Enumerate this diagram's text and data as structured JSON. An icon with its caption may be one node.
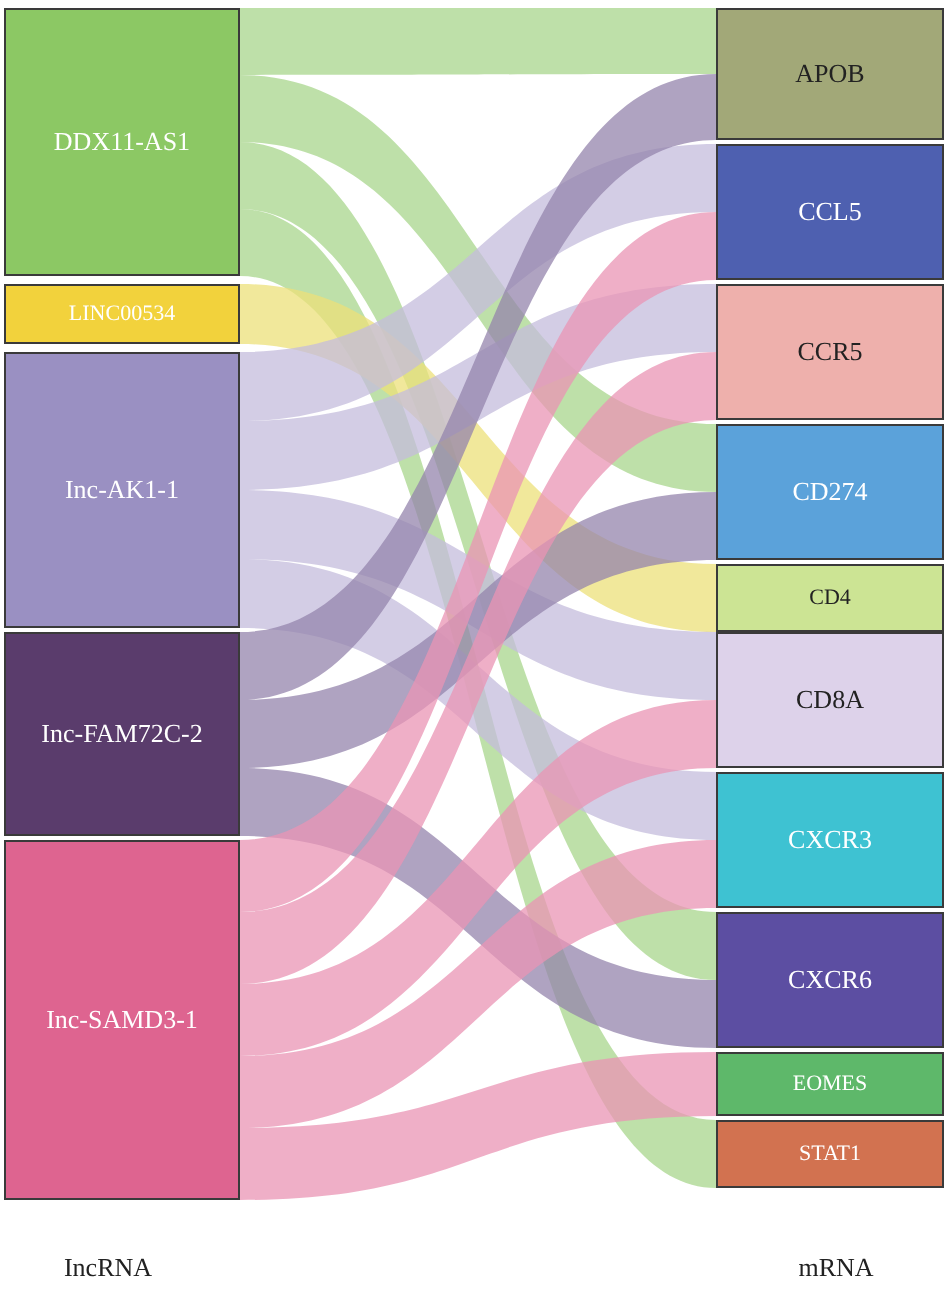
{
  "diagram": {
    "nodes": [
      {
        "text": [
          "DDX11-AS1"
        ]
      },
      {
        "text": [
          "LINC00534"
        ]
      },
      {
        "text": [
          "Inc-AK1-1"
        ]
      },
      {
        "text": [
          "Inc-FAM72C-2"
        ]
      },
      {
        "text": [
          "Inc-SAMD3-1"
        ]
      },
      {
        "text": [
          "APOB"
        ]
      },
      {
        "text": [
          "CCL5"
        ]
      },
      {
        "text": [
          "CCR5"
        ]
      },
      {
        "text": [
          "CD274"
        ]
      },
      {
        "text": [
          "CD4"
        ]
      },
      {
        "text": [
          "CD8A"
        ]
      },
      {
        "text": [
          "CXCR3"
        ]
      },
      {
        "text": [
          "CXCR6"
        ]
      },
      {
        "text": [
          "EOMES"
        ]
      },
      {
        "text": [
          "STAT1"
        ]
      }
    ],
    "edges": [
      {
        "from": 0,
        "to": 5,
        "arrow": "none",
        "color": "#a8d68c"
      },
      {
        "from": 0,
        "to": 8,
        "arrow": "none",
        "color": "#a8d68c"
      },
      {
        "from": 0,
        "to": 12,
        "arrow": "none",
        "color": "#a8d68c"
      },
      {
        "from": 0,
        "to": 14,
        "arrow": "none",
        "color": "#a8d68c"
      },
      {
        "from": 1,
        "to": 9,
        "arrow": "none",
        "color": "#ece07a"
      },
      {
        "from": 2,
        "to": 6,
        "arrow": "none",
        "color": "#c4bcdc"
      },
      {
        "from": 2,
        "to": 7,
        "arrow": "none",
        "color": "#c4bcdc"
      },
      {
        "from": 2,
        "to": 10,
        "arrow": "none",
        "color": "#c4bcdc"
      },
      {
        "from": 2,
        "to": 11,
        "arrow": "none",
        "color": "#c4bcdc"
      },
      {
        "from": 3,
        "to": 5,
        "arrow": "none",
        "color": "#9484ac"
      },
      {
        "from": 3,
        "to": 8,
        "arrow": "none",
        "color": "#9484ac"
      },
      {
        "from": 3,
        "to": 12,
        "arrow": "none",
        "color": "#9484ac"
      },
      {
        "from": 4,
        "to": 6,
        "arrow": "none",
        "color": "#ea94b4"
      },
      {
        "from": 4,
        "to": 7,
        "arrow": "none",
        "color": "#ea94b4"
      },
      {
        "from": 4,
        "to": 10,
        "arrow": "none",
        "color": "#ea94b4"
      },
      {
        "from": 4,
        "to": 11,
        "arrow": "none",
        "color": "#ea94b4"
      },
      {
        "from": 4,
        "to": 13,
        "arrow": "none",
        "color": "#ea94b4"
      }
    ],
    "labels": [
      "IncRNA",
      "mRNA"
    ]
  }
}
